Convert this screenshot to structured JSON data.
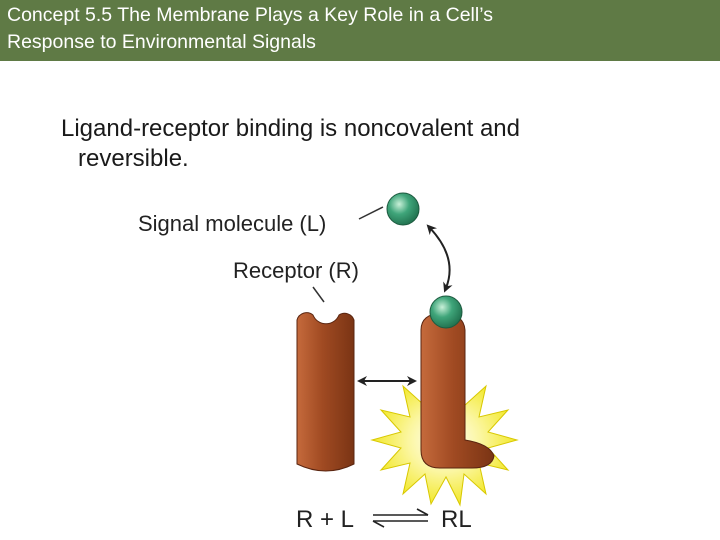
{
  "header": {
    "title_line1": "Concept 5.5 The Membrane Plays a Key Role in a Cell’s",
    "title_line2": "Response to Environmental Signals",
    "background": "#5f7a45"
  },
  "body": {
    "line1": "Ligand-receptor binding is noncovalent and",
    "line2": "reversible."
  },
  "figure": {
    "signal_label": "Signal molecule (L)",
    "receptor_label": "Receptor (R)",
    "equation_left": "R + L",
    "equation_right": "RL",
    "colors": {
      "receptor": "#a04a22",
      "ligand": "#3fa57a",
      "burst": "#f2e82a"
    }
  }
}
